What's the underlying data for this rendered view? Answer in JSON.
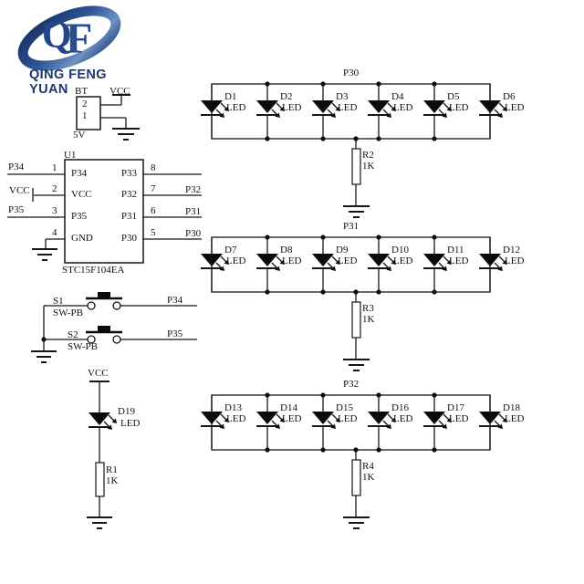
{
  "logo": {
    "brand": "QING FENG YUAN",
    "monogram_q": "Q",
    "monogram_f": "F"
  },
  "battery": {
    "ref": "BT",
    "vcc": "VCC",
    "pin2": "2",
    "pin1": "1",
    "voltage": "5V"
  },
  "mcu": {
    "ref": "U1",
    "part": "STC15F104EA",
    "left_pins": [
      {
        "num": "1",
        "name": "P34",
        "net": "P34"
      },
      {
        "num": "2",
        "name": "VCC",
        "net": "VCC"
      },
      {
        "num": "3",
        "name": "P35",
        "net": "P35"
      },
      {
        "num": "4",
        "name": "GND"
      }
    ],
    "right_pins": [
      {
        "num": "8",
        "name": "P33"
      },
      {
        "num": "7",
        "name": "P32",
        "net": "P32"
      },
      {
        "num": "6",
        "name": "P31",
        "net": "P31"
      },
      {
        "num": "5",
        "name": "P30",
        "net": "P30"
      }
    ]
  },
  "switches": [
    {
      "ref": "S1",
      "part": "SW-PB",
      "net": "P34"
    },
    {
      "ref": "S2",
      "part": "SW-PB",
      "net": "P35"
    }
  ],
  "indicator": {
    "vcc": "VCC",
    "led_ref": "D19",
    "led_type": "LED",
    "res_ref": "R1",
    "res_value": "1K"
  },
  "led_rows": [
    {
      "net": "P30",
      "res_ref": "R2",
      "res_value": "1K",
      "led_type": "LED",
      "leds": [
        "D1",
        "D2",
        "D3",
        "D4",
        "D5",
        "D6"
      ]
    },
    {
      "net": "P31",
      "res_ref": "R3",
      "res_value": "1K",
      "led_type": "LED",
      "leds": [
        "D7",
        "D8",
        "D9",
        "D10",
        "D11",
        "D12"
      ]
    },
    {
      "net": "P32",
      "res_ref": "R4",
      "res_value": "1K",
      "led_type": "LED",
      "leds": [
        "D13",
        "D14",
        "D15",
        "D16",
        "D17",
        "D18"
      ]
    }
  ]
}
